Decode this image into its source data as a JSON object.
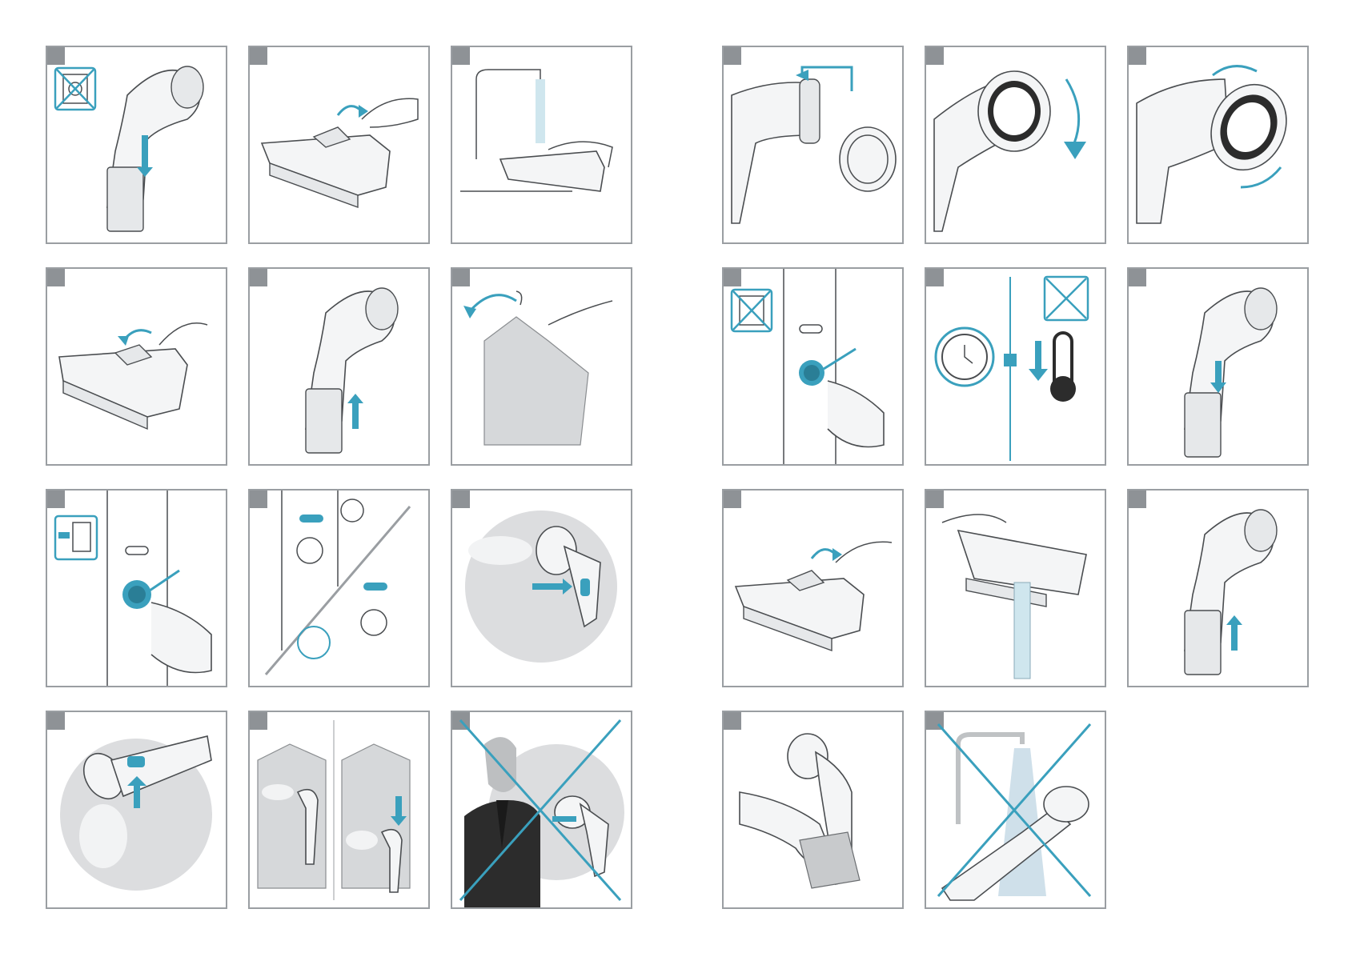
{
  "accent_color": "#3aa0bd",
  "border_color": "#9a9ea2",
  "panels": [
    {
      "id": "p1",
      "icon": "unplugged-socket-icon"
    },
    {
      "id": "p2",
      "icon": "open-tank-lid-icon"
    },
    {
      "id": "p3",
      "icon": "fill-tank-tap-icon"
    },
    {
      "id": "p4",
      "icon": "close-tank-lid-icon"
    },
    {
      "id": "p5",
      "icon": "insert-tank-icon"
    },
    {
      "id": "p6",
      "icon": "hang-garment-icon"
    },
    {
      "id": "p7",
      "icon": "plug-in-press-button-icon"
    },
    {
      "id": "p8",
      "icon": "heating-indicator-icon"
    },
    {
      "id": "p9",
      "icon": "steam-horizontal-icon"
    },
    {
      "id": "p10",
      "icon": "steam-vertical-icon"
    },
    {
      "id": "p11",
      "icon": "steam-garment-icon"
    },
    {
      "id": "p12",
      "icon": "no-steam-on-worn-clothes-icon"
    },
    {
      "id": "p13",
      "icon": "attach-brush-icon"
    },
    {
      "id": "p14",
      "icon": "clip-brush-icon"
    },
    {
      "id": "p15",
      "icon": "rotate-brush-icon"
    },
    {
      "id": "p16",
      "icon": "switch-off-unplug-icon"
    },
    {
      "id": "p17",
      "icon": "cool-down-icon"
    },
    {
      "id": "p18",
      "icon": "remove-tank-icon"
    },
    {
      "id": "p19",
      "icon": "open-tank-lid-icon"
    },
    {
      "id": "p20",
      "icon": "empty-tank-icon"
    },
    {
      "id": "p21",
      "icon": "reinsert-tank-icon"
    },
    {
      "id": "p22",
      "icon": "wipe-clean-icon"
    },
    {
      "id": "p23",
      "icon": "no-rinse-under-tap-icon"
    }
  ]
}
